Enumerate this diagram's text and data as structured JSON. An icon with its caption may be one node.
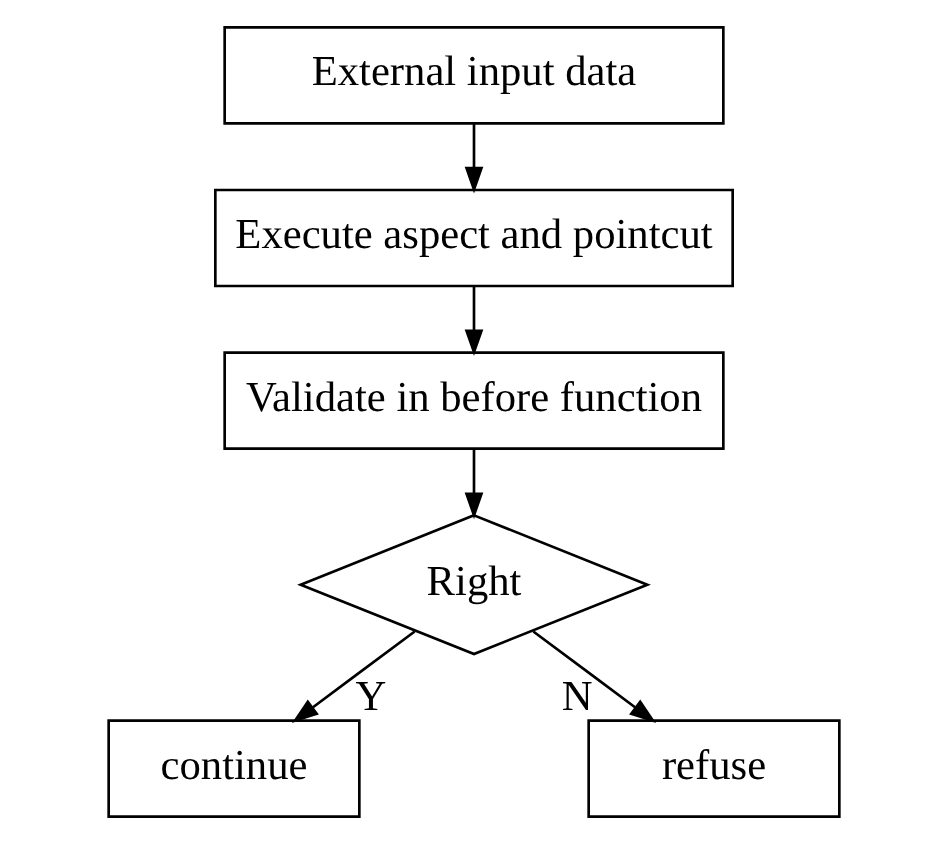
{
  "diagram": {
    "nodes": [
      {
        "text": [
          "External input data"
        ]
      },
      {
        "text": [
          "Execute aspect and pointcut"
        ]
      },
      {
        "text": [
          "Validate in before function"
        ]
      },
      {
        "text": [
          "Right"
        ]
      },
      {
        "text": [
          "continue"
        ]
      },
      {
        "text": [
          "refuse"
        ]
      }
    ],
    "edges": [
      {
        "from": 0,
        "to": 1,
        "arrow": "to"
      },
      {
        "from": 1,
        "to": 2,
        "arrow": "to"
      },
      {
        "from": 2,
        "to": 3,
        "arrow": "to"
      },
      {
        "from": 3,
        "to": 4,
        "arrow": "to",
        "label": "Y"
      },
      {
        "from": 3,
        "to": 5,
        "arrow": "to",
        "label": "N"
      }
    ]
  }
}
